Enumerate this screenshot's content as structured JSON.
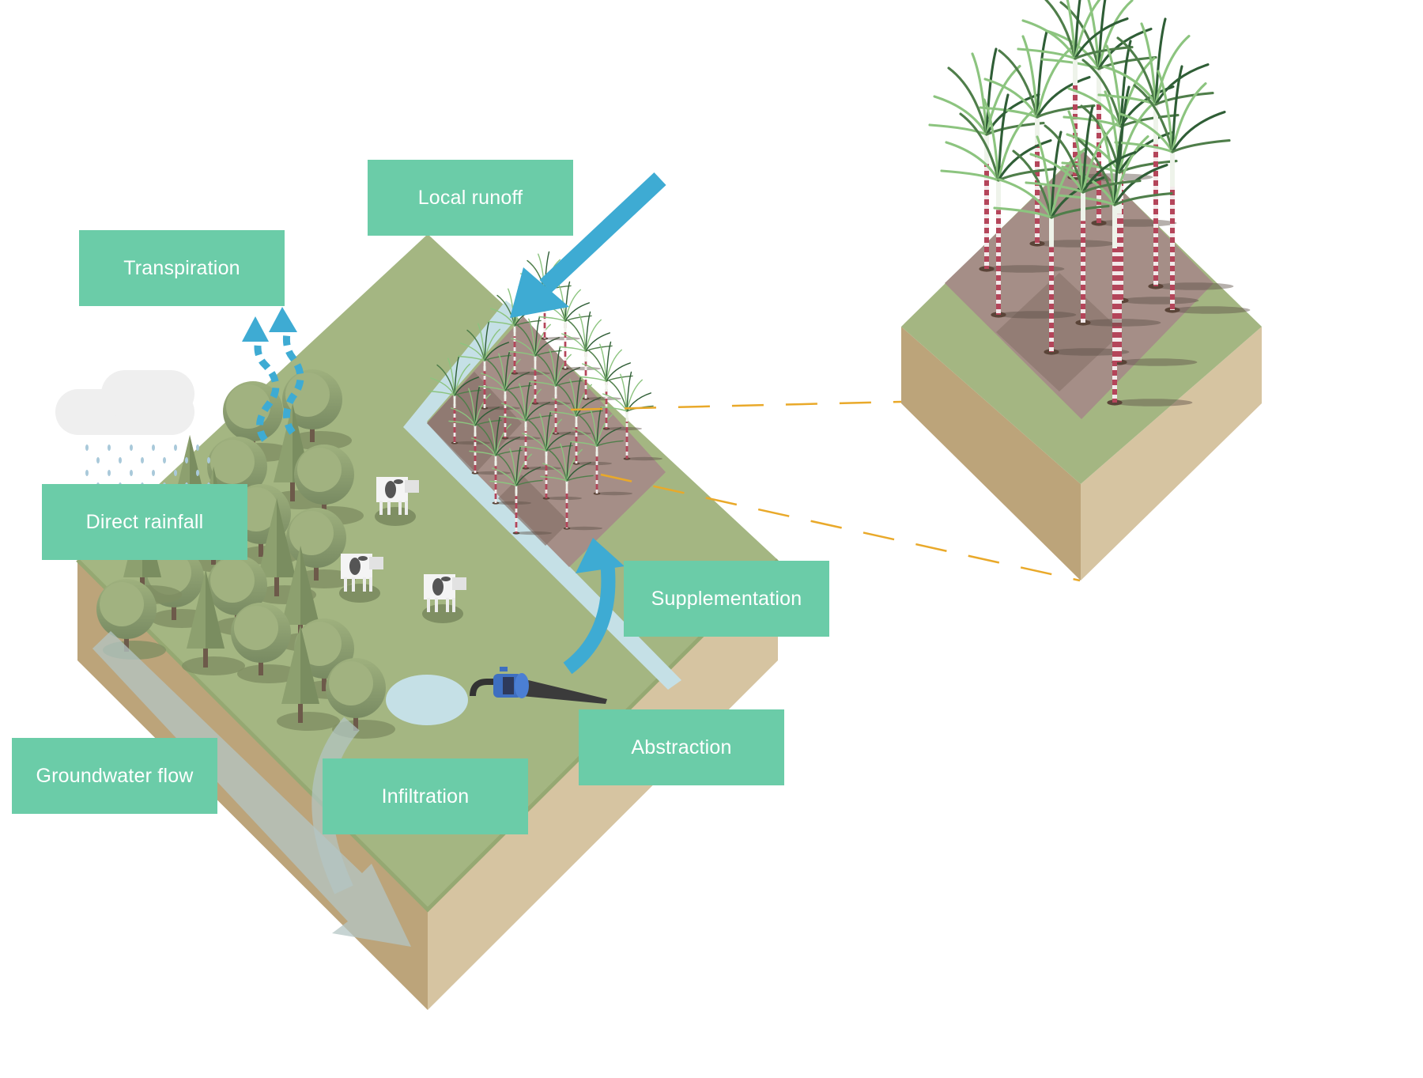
{
  "diagram": {
    "title": "Water sources for irrigated sugarcane farm",
    "colors": {
      "label_fill": "#6BCCA8",
      "label_text": "#FFFFFF",
      "flow_arrow": "#3EABD3",
      "grass": "#A4B682",
      "soil_left": "#BCA47A",
      "soil_right": "#D6C4A1",
      "field": "#A58E87",
      "field_dark": "#877269",
      "channel": "#C5E0E6",
      "callout_line": "#E9A92A",
      "cloud": "#EFEFEF",
      "subsurface_arrow": "#B4C6C4"
    },
    "labels": {
      "local_runoff": "Local runoff",
      "transpiration": "Transpiration",
      "direct_rainfall": "Direct rainfall",
      "supplementation": "Supplementation",
      "abstraction": "Abstraction",
      "infiltration": "Infiltration",
      "groundwater_flow": "Groundwater flow"
    },
    "icons": {
      "cloud": "rain-cloud-icon",
      "cow": "cow-icon",
      "pump": "water-pump-icon",
      "sugarcane": "sugarcane-plant-icon",
      "tree": "tree-icon"
    },
    "counts": {
      "cows": 3,
      "detail_sugarcane_plants": 12
    }
  }
}
